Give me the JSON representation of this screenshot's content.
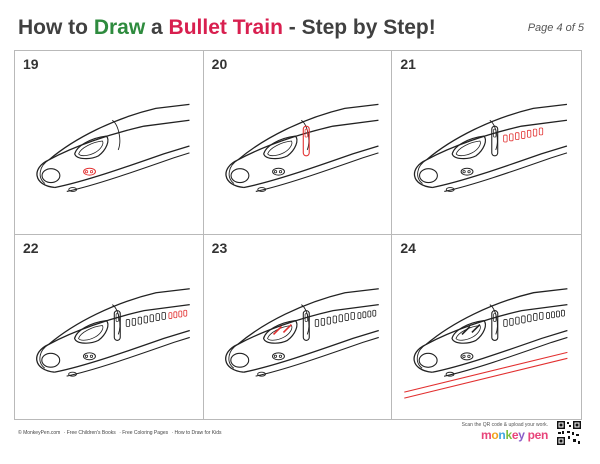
{
  "header": {
    "title_part1": "How to ",
    "title_draw": "Draw",
    "title_part2": " a ",
    "title_train": "Bullet Train",
    "title_part3": " - Step by Step!",
    "page": "Page 4 of 5"
  },
  "steps": [
    "19",
    "20",
    "21",
    "22",
    "23",
    "24"
  ],
  "footer": {
    "copyright": "© MonkeyPen.com",
    "links": [
      "· Free Children's Books",
      "· Free Coloring Pages",
      "· How to Draw for Kids"
    ],
    "scan_text": "Scan the QR code & upload your work.",
    "logo": {
      "m": "m",
      "o": "o",
      "n": "n",
      "k": "k",
      "e": "e",
      "y": "y",
      "pen": "pen"
    }
  },
  "colors": {
    "accent_green": "#2e8b3e",
    "accent_red": "#d81f4f",
    "highlight": "#e23030"
  }
}
